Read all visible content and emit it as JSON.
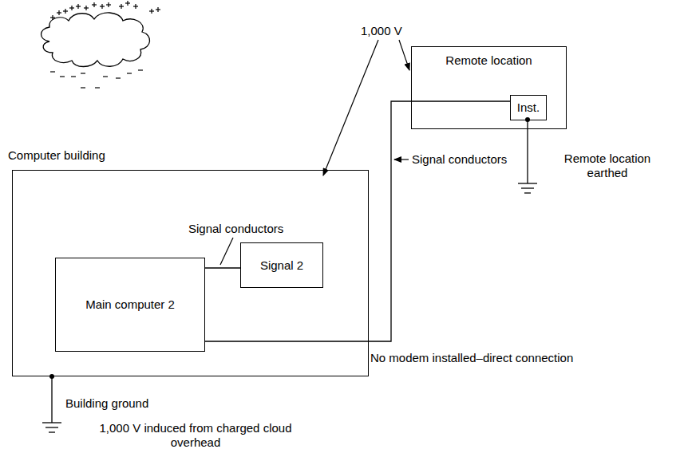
{
  "diagram": {
    "nodes": [
      {
        "text": [
          "Computer building"
        ]
      },
      {
        "text": [
          "Main computer 2"
        ],
        "in": 0
      },
      {
        "text": [
          "Signal 2"
        ],
        "in": 0
      },
      {
        "text": [
          "Remote location"
        ]
      },
      {
        "text": [
          "Inst."
        ],
        "in": 3
      }
    ],
    "edges": [
      {
        "from": 1,
        "to": 2,
        "arrow": "none"
      },
      {
        "from": 1,
        "to": 4,
        "arrow": "none"
      }
    ],
    "labels": [
      "1,000 V",
      "Signal conductors",
      "Signal conductors",
      "No modem installed–direct connection",
      "Remote location earthed",
      "Building ground",
      "1,000 V induced from charged cloud overhead"
    ]
  }
}
